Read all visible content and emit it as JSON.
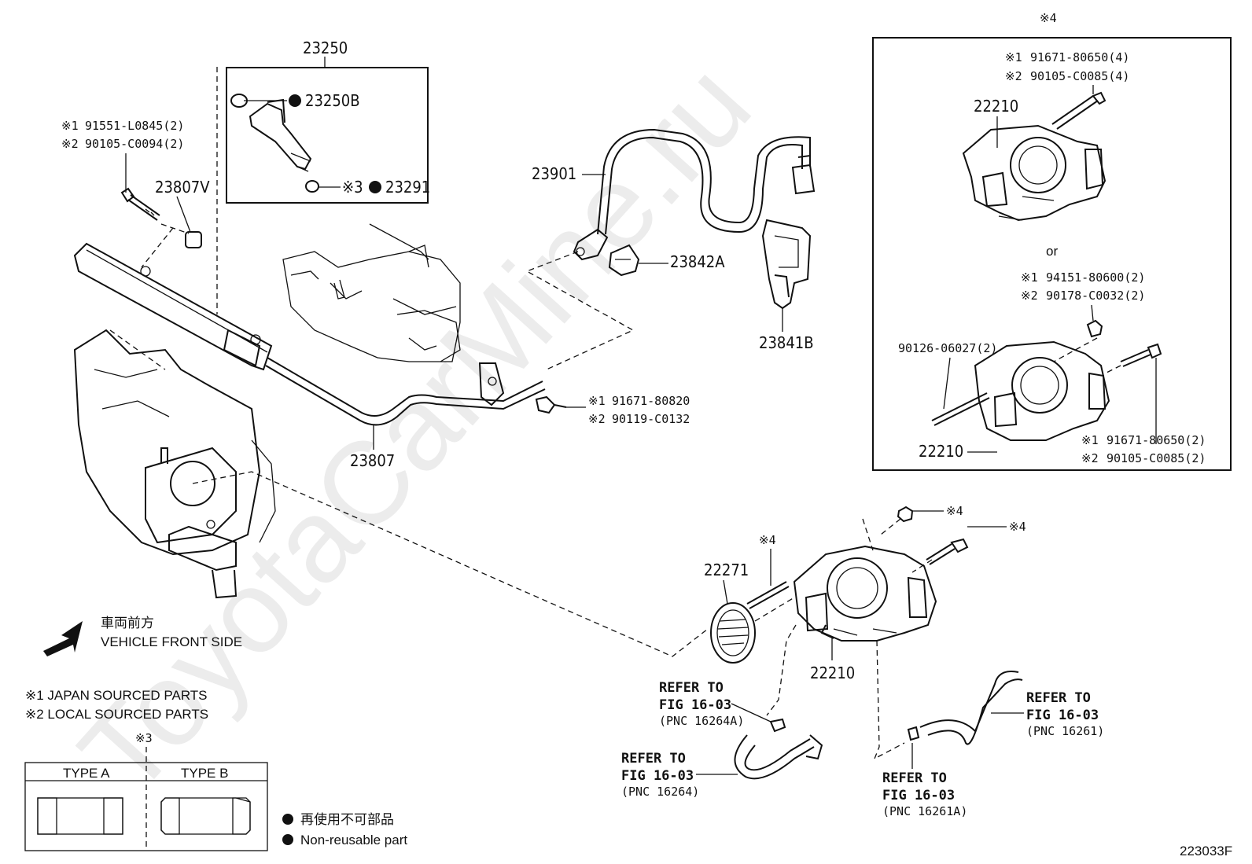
{
  "watermark": "ToyotaCarMine.ru",
  "figure_code": "223033F",
  "parts": {
    "p23250": "23250",
    "p23250B": "23250B",
    "p23291": "23291",
    "p23807V": "23807V",
    "p23807": "23807",
    "p23901": "23901",
    "p23842A": "23842A",
    "p23841B": "23841B",
    "p22210_a": "22210",
    "p22210_b": "22210",
    "p22210_c": "22210",
    "p22271": "22271",
    "p90126": "90126-06027(2)"
  },
  "marks": {
    "star1": "※1",
    "star2": "※2",
    "star3": "※3",
    "star4": "※4",
    "or": "or"
  },
  "fasteners": {
    "left_1": "91551-L0845(2)",
    "left_2": "90105-C0094(2)",
    "mid_1": "91671-80820",
    "mid_2": "90119-C0132",
    "box_top_1": "91671-80650(4)",
    "box_top_2": "90105-C0085(4)",
    "box_mid_1": "94151-80600(2)",
    "box_mid_2": "90178-C0032(2)",
    "box_bot_1": "91671-80650(2)",
    "box_bot_2": "90105-C0085(2)"
  },
  "refers": [
    {
      "l1": "REFER TO",
      "l2": "FIG 16-03",
      "l3": "(PNC 16264A)"
    },
    {
      "l1": "REFER TO",
      "l2": "FIG 16-03",
      "l3": "(PNC 16264)"
    },
    {
      "l1": "REFER TO",
      "l2": "FIG 16-03",
      "l3": "(PNC 16261)"
    },
    {
      "l1": "REFER TO",
      "l2": "FIG 16-03",
      "l3": "(PNC 16261A)"
    }
  ],
  "front": {
    "jp": "車両前方",
    "en": "VEHICLE FRONT SIDE"
  },
  "notes": {
    "n1": "※1 JAPAN SOURCED PARTS",
    "n2": "※2 LOCAL SOURCED PARTS"
  },
  "types": {
    "a": "TYPE A",
    "b": "TYPE B"
  },
  "legend": {
    "jp": "再使用不可部品",
    "en": "Non-reusable part"
  }
}
